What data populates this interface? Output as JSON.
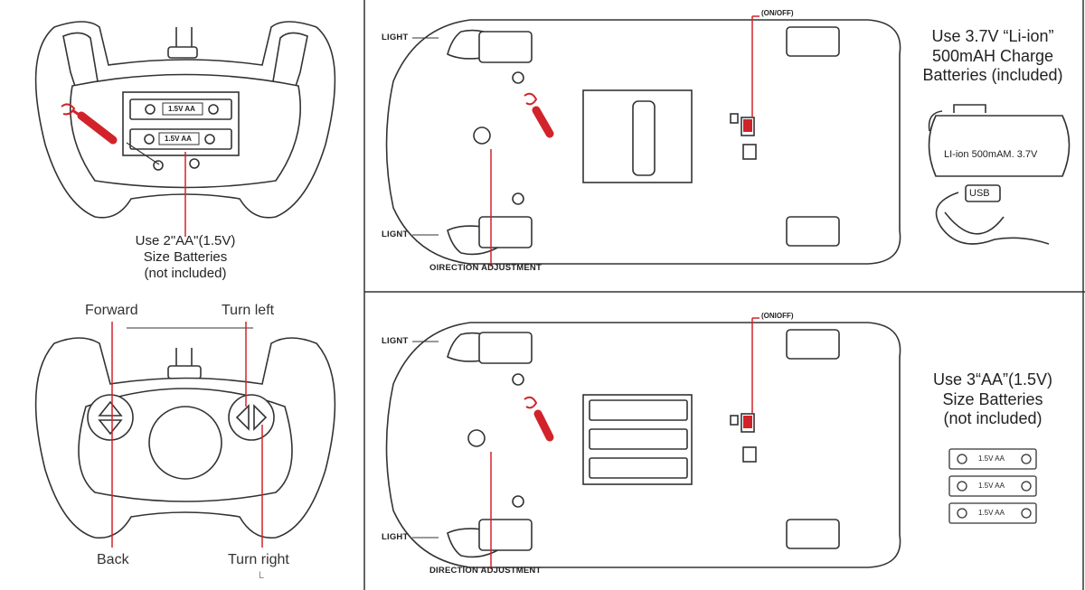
{
  "remote_top": {
    "battery_labels": [
      "1.5V AA",
      "1.5V AA"
    ],
    "note": [
      "Use 2\"AA\"(1.5V)",
      "Size Batteries",
      "(not included)"
    ]
  },
  "remote_bottom": {
    "forward_label": "Forward",
    "turn_left_label": "Turn left",
    "back_label": "Back",
    "turn_right_label": "Turn right",
    "stray_mark": "L"
  },
  "car_top": {
    "light_labels": [
      "LIGHT",
      "LIGNT"
    ],
    "switch_label": "(ON/OFF)",
    "direction_label": "OIRECTION ADJUSTMENT",
    "battery_note": [
      "Use 3.7V “Li-ion”",
      "500mAH Charge",
      "Batteries (included)"
    ],
    "liion_label": "LI-ion 500mAM. 3.7V",
    "usb_label": "USB"
  },
  "car_bottom": {
    "light_labels": [
      "LIGNT",
      "LIGHT"
    ],
    "switch_label": "(ONIOFF)",
    "direction_label": "DIRECTION ADJUSTMENT",
    "battery_note": [
      "Use 3“AA”(1.5V)",
      "Size Batteries",
      "(not included)"
    ],
    "aa_labels": [
      "1.5V AA",
      "1.5V AA",
      "1.5V AA"
    ]
  },
  "colors": {
    "accent_red": "#d2232a",
    "line": "#333333"
  }
}
